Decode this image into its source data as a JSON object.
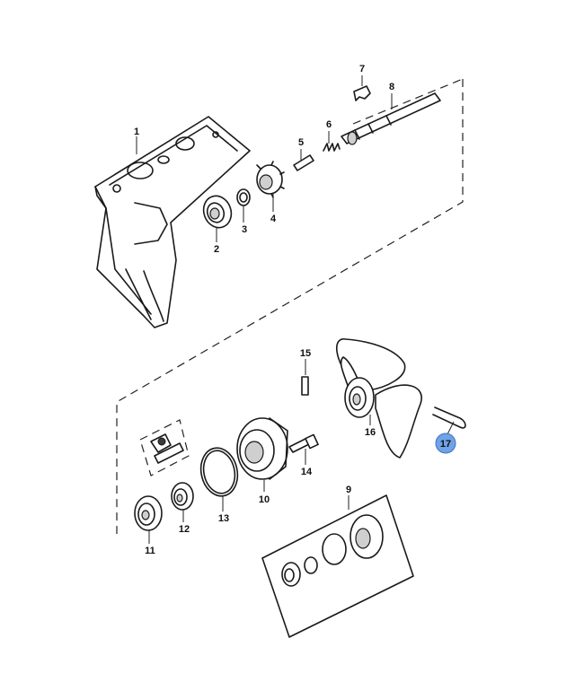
{
  "callouts": {
    "c1": "1",
    "c2": "2",
    "c3": "3",
    "c4": "4",
    "c5": "5",
    "c6": "6",
    "c7": "7",
    "c8": "8",
    "c9": "9",
    "c10": "10",
    "c11": "11",
    "c12": "12",
    "c13": "13",
    "c14": "14",
    "c15": "15",
    "c16": "16",
    "c17": "17"
  },
  "highlight": {
    "part": "17",
    "color": "#6fa2e6"
  }
}
